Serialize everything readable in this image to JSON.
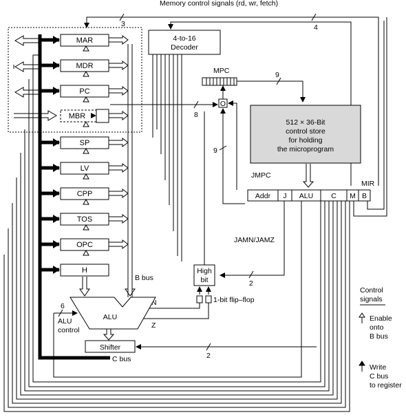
{
  "labels": {
    "memory_control": "Memory control signals (rd, wr, fetch)",
    "n3": "3",
    "n4": "4",
    "decoder_line1": "4-to-16",
    "decoder_line2": "Decoder",
    "mpc": "MPC",
    "n9_top": "9",
    "n8": "8",
    "o_box": "O",
    "n9_left": "9",
    "store_line1": "512 × 36-Bit",
    "store_line2": "control store",
    "store_line3": "for holding",
    "store_line4": "the microprogram",
    "jmpc": "JMPC",
    "mir": "MIR",
    "jamn_jamz": "JAMN/JAMZ",
    "high_bit_1": "High",
    "high_bit_2": "bit",
    "n2_mid": "2",
    "b_bus": "B bus",
    "flip_flop": "1-bit flip–flop",
    "n_flag": "N",
    "z_flag": "Z",
    "n6": "6",
    "alu": "ALU",
    "alu_control_1": "ALU",
    "alu_control_2": "control",
    "shifter": "Shifter",
    "n2_bottom": "2",
    "c_bus": "C bus"
  },
  "registers": [
    "MAR",
    "MDR",
    "PC",
    "MBR",
    "SP",
    "LV",
    "CPP",
    "TOS",
    "OPC",
    "H"
  ],
  "mir_fields": [
    "Addr",
    "J",
    "ALU",
    "C",
    "M",
    "B"
  ],
  "legend": {
    "title_1": "Control",
    "title_2": "signals",
    "enable_1": "Enable",
    "enable_2": "onto",
    "enable_3": "B bus",
    "write_1": "Write",
    "write_2": "C bus",
    "write_3": "to register"
  }
}
